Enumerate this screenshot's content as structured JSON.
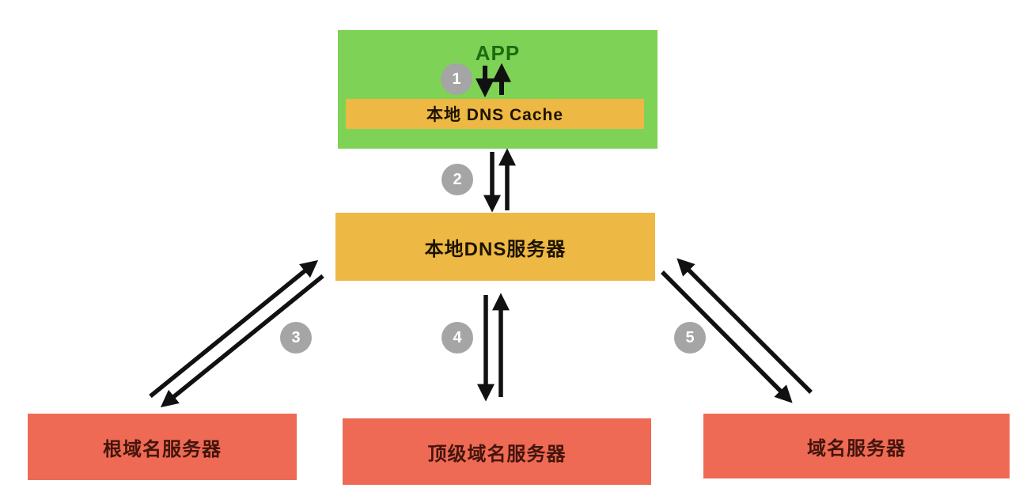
{
  "diagram": {
    "kind": "dns-resolution-flowchart"
  },
  "nodes": {
    "app": {
      "label": "APP"
    },
    "cache": {
      "label": "本地 DNS Cache"
    },
    "local_dns": {
      "label": "本地DNS服务器"
    },
    "root": {
      "label": "根域名服务器"
    },
    "tld": {
      "label": "顶级域名服务器"
    },
    "auth": {
      "label": "域名服务器"
    }
  },
  "steps": [
    {
      "number": "1"
    },
    {
      "number": "2"
    },
    {
      "number": "3"
    },
    {
      "number": "4"
    },
    {
      "number": "5"
    }
  ],
  "edges": [
    {
      "step": "1",
      "from": "APP",
      "to": "本地 DNS Cache",
      "bidirectional": true
    },
    {
      "step": "2",
      "from": "本地 DNS Cache",
      "to": "本地DNS服务器",
      "bidirectional": true
    },
    {
      "step": "3",
      "from": "本地DNS服务器",
      "to": "根域名服务器",
      "bidirectional": true
    },
    {
      "step": "4",
      "from": "本地DNS服务器",
      "to": "顶级域名服务器",
      "bidirectional": true
    },
    {
      "step": "5",
      "from": "本地DNS服务器",
      "to": "域名服务器",
      "bidirectional": true
    }
  ],
  "colors": {
    "background": "#FFFFFF",
    "app_box": "#7ED356",
    "dns_box": "#EDB843",
    "server_box": "#EF6A54",
    "badge_bg": "#A5A5A5",
    "badge_text": "#FFFFFF",
    "arrow": "#111111",
    "app_label_text": "#1E6B10",
    "dns_label_text": "#1C1302",
    "server_label_text": "#43150D"
  }
}
